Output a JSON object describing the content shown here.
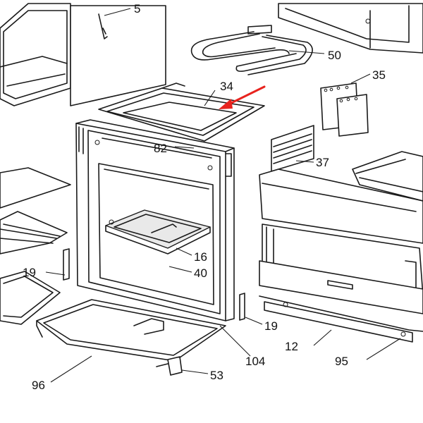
{
  "diagram": {
    "callouts": {
      "c5": "5",
      "c50": "50",
      "c35": "35",
      "c34": "34",
      "c82": "82",
      "c37": "37",
      "c16": "16",
      "c40": "40",
      "c19a": "19",
      "c19b": "19",
      "c12": "12",
      "c104": "104",
      "c95": "95",
      "c53": "53",
      "c96": "96"
    },
    "highlight_color": "#e8231e",
    "line_color": "#1a1a1a"
  }
}
